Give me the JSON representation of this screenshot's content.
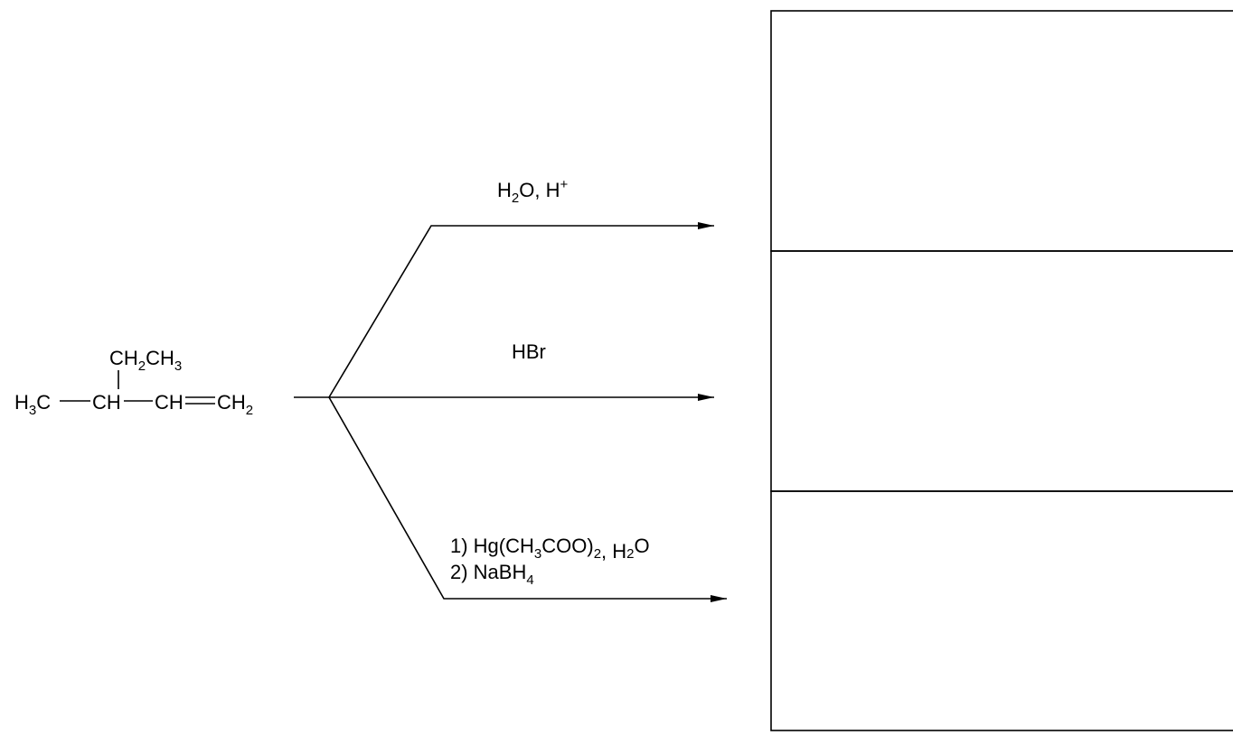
{
  "molecule": {
    "substituent": {
      "ch2": "CH",
      "sub2": "2",
      "ch3": "CH",
      "sub3": "3"
    },
    "main_chain": {
      "h3c_h": "H",
      "h3c_sub": "3",
      "h3c_c": "C",
      "ch_center": "CH",
      "ch_alkene": "CH",
      "ch2_end": "CH",
      "ch2_end_sub": "2"
    }
  },
  "reactions": [
    {
      "id": "acid-hydration",
      "reagent": {
        "h": "H",
        "sub": "2",
        "rest": "O, H",
        "sup": "+"
      }
    },
    {
      "id": "hbr-addition",
      "reagent": {
        "text": "HBr"
      }
    },
    {
      "id": "oxymercuration",
      "step1": {
        "a": "1) Hg(CH",
        "sub1": "3",
        "b": "COO)",
        "sub2": "2",
        "c": ", H",
        "sub3": "2",
        "d": "O"
      },
      "step2": {
        "a": "2) NaBH",
        "sub": "4"
      }
    }
  ],
  "colors": {
    "ink": "#000000",
    "background": "#ffffff"
  }
}
